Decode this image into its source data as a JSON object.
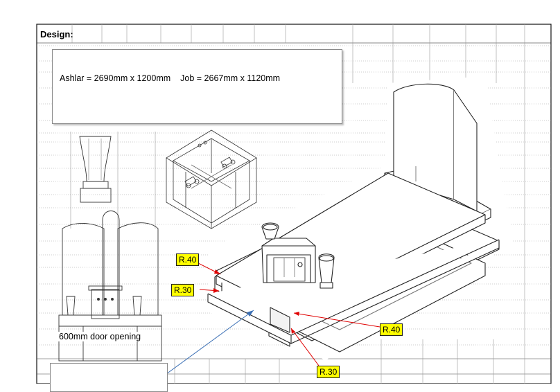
{
  "sheet": {
    "design_label": "Design:"
  },
  "info": {
    "ashlar": "Ashlar = 2690mm x 1200mm",
    "job": "Job = 2667mm x 1120mm"
  },
  "callouts": {
    "r40_top": "R.40",
    "r30_left": "R.30",
    "r40_right": "R.40",
    "r30_bottom": "R.30",
    "door_note": "600mm door opening"
  },
  "colors": {
    "callout_fill": "#ffff00",
    "leader_red": "#e00000",
    "leader_blue": "#3a6fb5",
    "grid": "#999999",
    "line": "#222222"
  }
}
